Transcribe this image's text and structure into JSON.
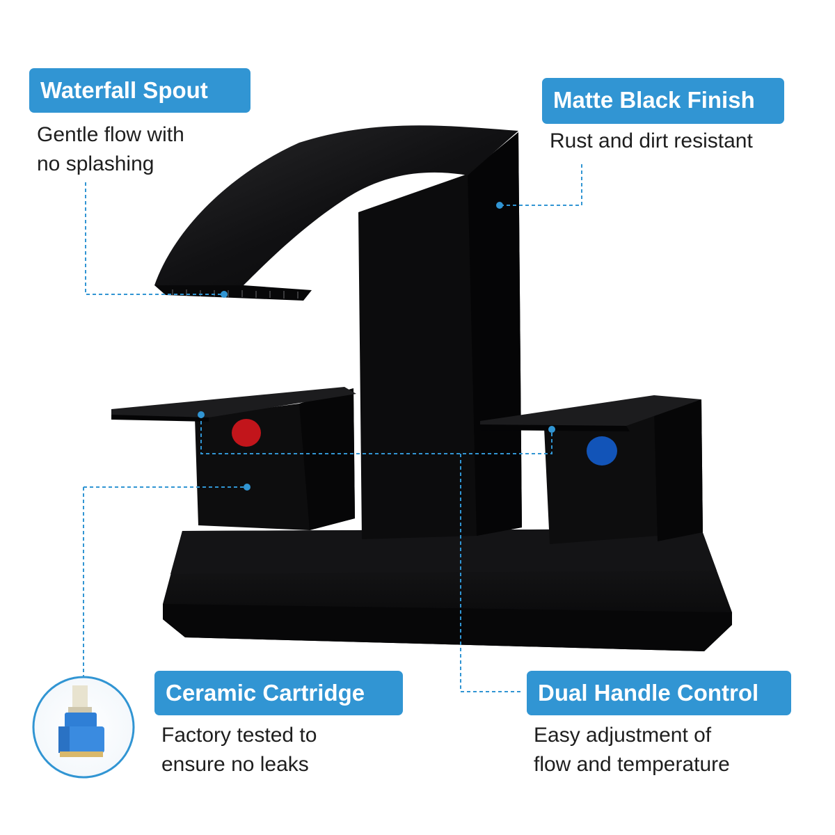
{
  "features": {
    "waterfall": {
      "title": "Waterfall Spout",
      "line1": "Gentle flow with",
      "line2": "no splashing"
    },
    "matte": {
      "title": "Matte Black Finish",
      "line1": "Rust and dirt resistant"
    },
    "ceramic": {
      "title": "Ceramic Cartridge",
      "line1": "Factory tested to",
      "line2": "ensure no leaks"
    },
    "dual": {
      "title": "Dual Handle Control",
      "line1": "Easy adjustment of",
      "line2": "flow and temperature"
    }
  },
  "colors": {
    "accent": "#3195d3",
    "faucet": "#0f0f10",
    "hot_indicator": "#c2151b",
    "cold_indicator": "#1254b8",
    "cartridge_body": "#2f7fd6",
    "cartridge_stem": "#e8e3cf"
  },
  "icons": {
    "cartridge": "ceramic-cartridge-icon",
    "hot": "hot-indicator-icon",
    "cold": "cold-indicator-icon"
  }
}
